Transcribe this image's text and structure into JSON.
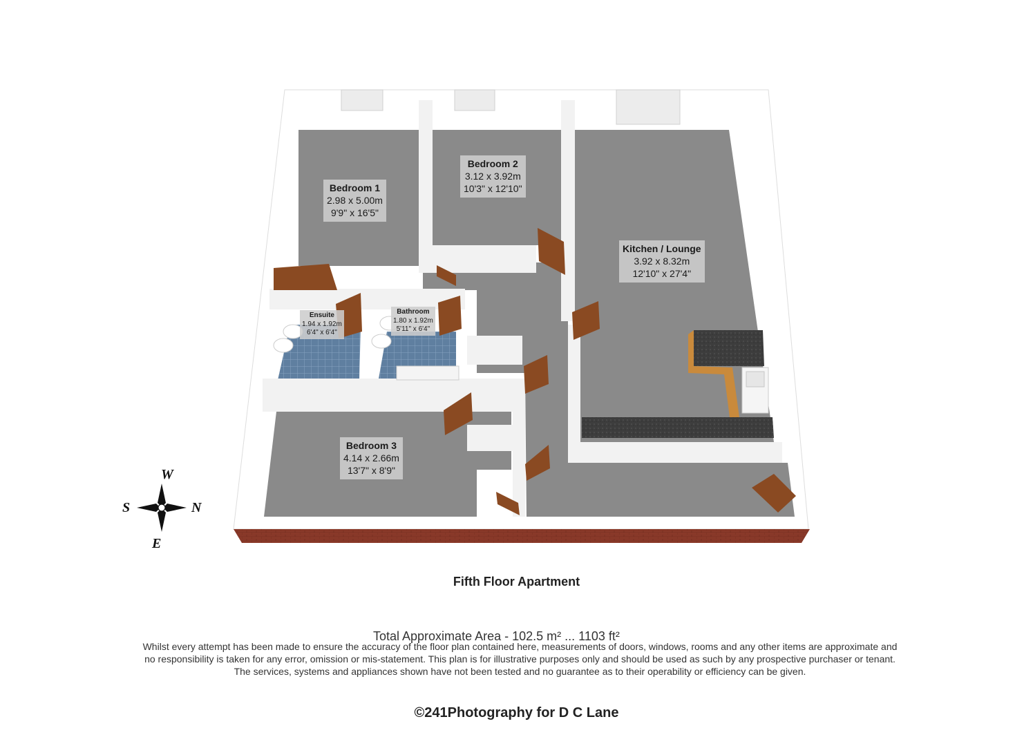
{
  "rooms": {
    "bedroom1": {
      "name": "Bedroom 1",
      "metric": "2.98 x 5.00m",
      "imperial": "9'9\" x 16'5\""
    },
    "bedroom2": {
      "name": "Bedroom 2",
      "metric": "3.12 x 3.92m",
      "imperial": "10'3\" x 12'10\""
    },
    "kitchen_lounge": {
      "name": "Kitchen / Lounge",
      "metric": "3.92 x 8.32m",
      "imperial": "12'10\" x 27'4\""
    },
    "ensuite": {
      "name": "Ensuite",
      "metric": "1.94 x 1.92m",
      "imperial": "6'4\" x 6'4\""
    },
    "bathroom": {
      "name": "Bathroom",
      "metric": "1.80 x 1.92m",
      "imperial": "5'11\" x 6'4\""
    },
    "bedroom3": {
      "name": "Bedroom 3",
      "metric": "4.14 x 2.66m",
      "imperial": "13'7\" x 8'9\""
    }
  },
  "compass": {
    "top": "W",
    "left": "S",
    "right": "N",
    "bottom": "E"
  },
  "floor_title": "Fifth Floor Apartment",
  "total_area": "Total Approximate Area - 102.5 m² ... 1103 ft²",
  "disclaimer": {
    "line1": "Whilst every attempt has been made to ensure the accuracy of the floor plan contained here, measurements of doors, windows, rooms and any other items are approximate and",
    "line2": "no responsibility is taken for any error, omission or mis-statement.  This plan is for illustrative purposes only and should be used as such by any prospective purchaser or tenant.",
    "line3": "The services, systems and appliances shown have not been tested and no guarantee as to their operability or efficiency can be given."
  },
  "copyright": "©241Photography for D C Lane",
  "colors": {
    "floor": "#8a8a8a",
    "wall": "#ffffff",
    "wall_shade": "#e6e6e6",
    "brick": "#8b3a2a",
    "door": "#8a4a22",
    "worktop": "#3c3c3c",
    "cabinet": "#c98a3c",
    "tile": "#5f7fa0"
  }
}
